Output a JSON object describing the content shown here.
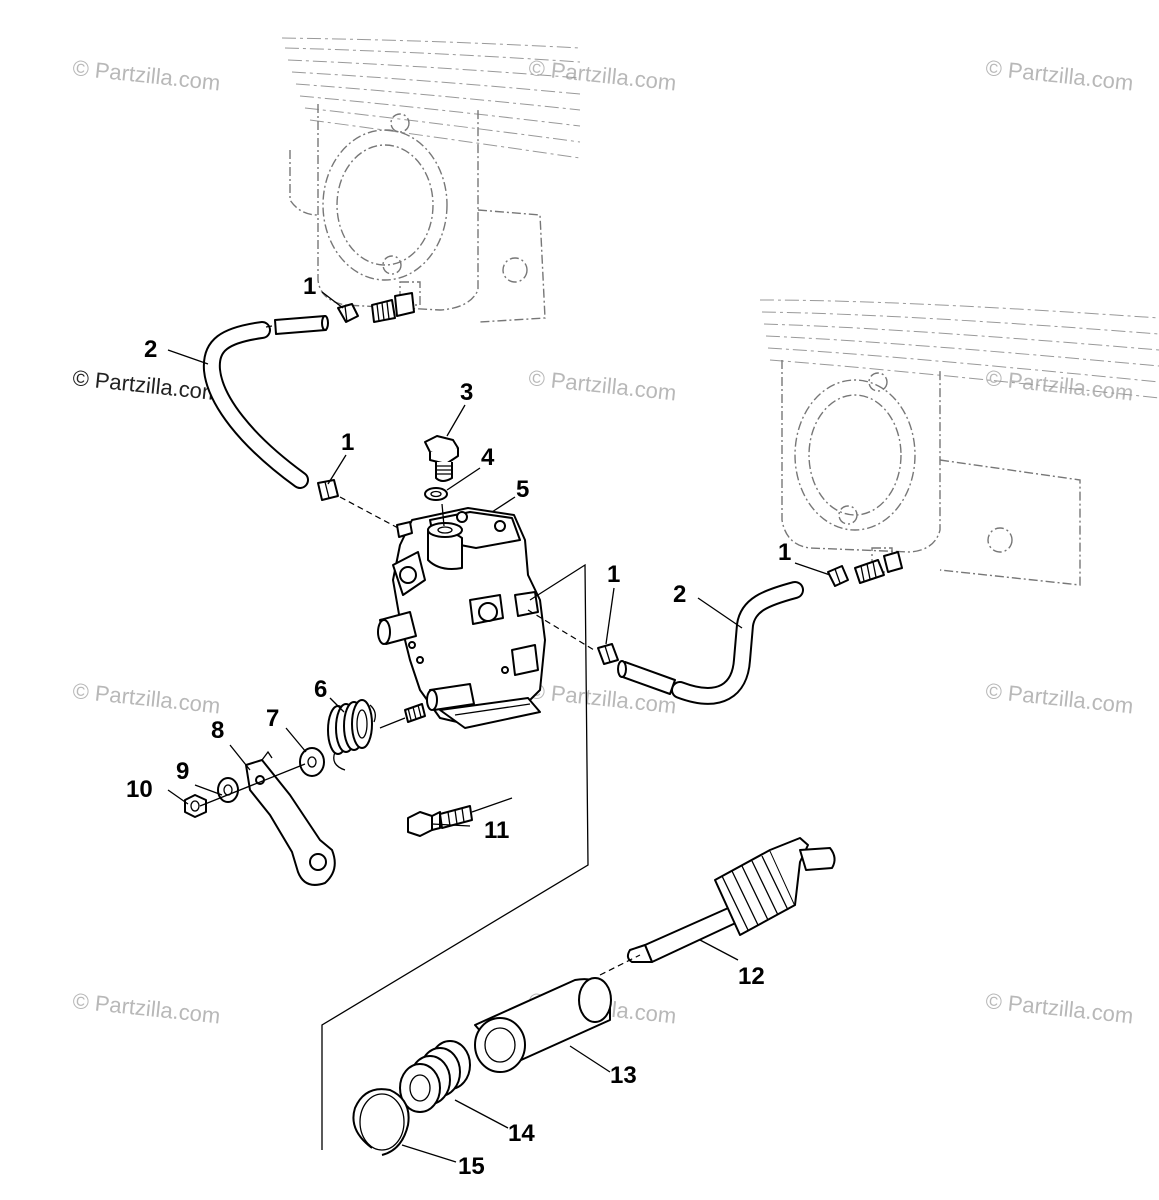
{
  "watermarks": [
    "© Partzilla.com",
    "© Partzilla.com",
    "© Partzilla.com",
    "© Partzilla.com",
    "© Partzilla.com",
    "© Partzilla.com",
    "© Partzilla.com",
    "© Partzilla.com",
    "© Partzilla.com",
    "© Partzilla.com",
    "© Partzilla.com",
    "© Partzilla.com"
  ],
  "callouts": {
    "c1a": "1",
    "c1b": "1",
    "c1c": "1",
    "c1d": "1",
    "c2a": "2",
    "c2b": "2",
    "c3": "3",
    "c4": "4",
    "c5": "5",
    "c6": "6",
    "c7": "7",
    "c8": "8",
    "c9": "9",
    "c10": "10",
    "c11": "11",
    "c12": "12",
    "c13": "13",
    "c14": "14",
    "c15": "15"
  },
  "colors": {
    "line": "#000000",
    "ghost": "#777777",
    "watermark": "#b8b8b8",
    "background": "#ffffff"
  }
}
